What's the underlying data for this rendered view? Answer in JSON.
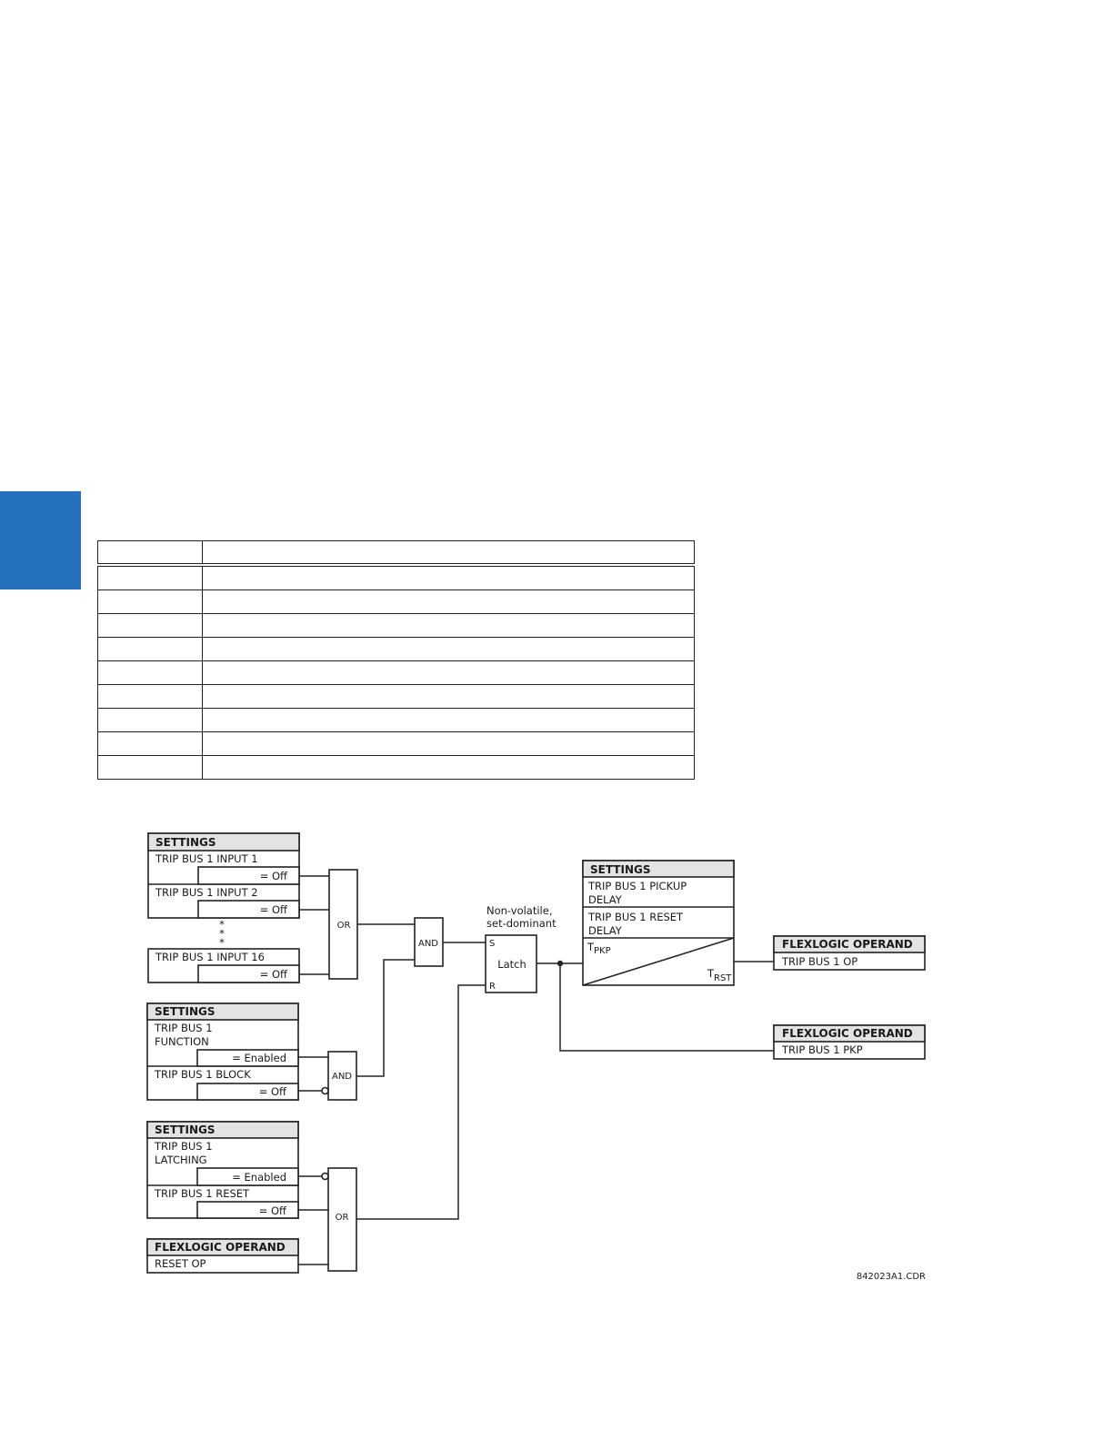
{
  "colors": {
    "side_tab": "#2470bc",
    "header_fill": "#e3e3e3",
    "line": "#222222"
  },
  "table": {
    "rows": 10,
    "columns": 2
  },
  "diagram": {
    "block1": {
      "header": "SETTINGS",
      "input1": "TRIP BUS 1 INPUT 1",
      "input1_value": "= Off",
      "input2": "TRIP BUS 1 INPUT 2",
      "input2_value": "= Off",
      "ellipsis": "*\n*\n*",
      "input16": "TRIP BUS 1 INPUT 16",
      "input16_value": "= Off"
    },
    "block2": {
      "header": "SETTINGS",
      "function_line1": "TRIP BUS 1",
      "function_line2": "FUNCTION",
      "function_value": "= Enabled",
      "block": "TRIP BUS 1 BLOCK",
      "block_value": "= Off"
    },
    "block3": {
      "header": "SETTINGS",
      "latching_line1": "TRIP BUS 1",
      "latching_line2": "LATCHING",
      "latching_value": "= Enabled",
      "reset": "TRIP BUS 1 RESET",
      "reset_value": "= Off"
    },
    "block4": {
      "header": "FLEXLOGIC OPERAND",
      "item": "RESET OP"
    },
    "gates": {
      "or1": "OR",
      "and_main": "AND",
      "and2": "AND",
      "or2": "OR"
    },
    "latch": {
      "note_line1": "Non-volatile,",
      "note_line2": "set-dominant",
      "set": "S",
      "reset": "R",
      "label": "Latch"
    },
    "timer": {
      "header": "SETTINGS",
      "pickup_line1": "TRIP BUS 1 PICKUP",
      "pickup_line2": "DELAY",
      "reset_line1": "TRIP BUS 1 RESET",
      "reset_line2": "DELAY",
      "tpkp_t": "T",
      "tpkp_sub": "PKP",
      "trst_t": "T",
      "trst_sub": "RST"
    },
    "out1": {
      "header": "FLEXLOGIC OPERAND",
      "item": "TRIP BUS 1 OP"
    },
    "out2": {
      "header": "FLEXLOGIC OPERAND",
      "item": "TRIP BUS 1 PKP"
    },
    "code": "842023A1.CDR"
  }
}
